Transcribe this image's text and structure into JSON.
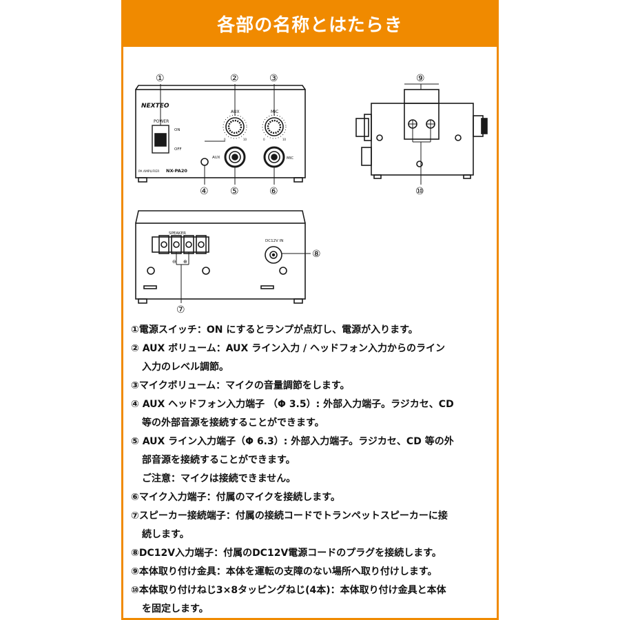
{
  "header": {
    "title": "各部の名称とはたらき"
  },
  "colors": {
    "accent": "#f08a00",
    "line": "#1a1a1a"
  },
  "front_panel": {
    "brand": "NEXTEO",
    "model": "NX-PA20",
    "model_prefix": "PA AMPLIFIER",
    "power_label": "POWER",
    "on_label": "ON",
    "off_label": "OFF",
    "aux_label": "AUX",
    "mic_label": "MIC",
    "aux_jack_label": "AUX",
    "mic_jack_label": "MIC",
    "knob_min": "0",
    "knob_max": "10",
    "callouts": [
      "①",
      "②",
      "③",
      "④",
      "⑤",
      "⑥"
    ]
  },
  "side_view": {
    "callouts": [
      "⑨",
      "⑩"
    ]
  },
  "rear_panel": {
    "speaker_label": "SPEAKER",
    "dc_label": "DC12V  IN",
    "terminal_marks": [
      "⊖",
      "⊕"
    ],
    "callouts": [
      "⑦",
      "⑧"
    ]
  },
  "descriptions": [
    {
      "lines": [
        "①電源スイッチ：ON にするとランプが点灯し、電源が入ります。"
      ]
    },
    {
      "lines": [
        "② AUX ボリューム：AUX ライン入力 / ヘッドフォン入力からのライン",
        "入力のレベル調節。"
      ]
    },
    {
      "lines": [
        "③マイクボリューム：マイクの音量調節をします。"
      ]
    },
    {
      "lines": [
        "④ AUX ヘッドフォン入力端子 （Φ 3.5）: 外部入力端子。ラジカセ、CD",
        "等の外部音源を接続することができます。"
      ]
    },
    {
      "lines": [
        "⑤ AUX ライン入力端子（Φ 6.3）: 外部入力端子。ラジカセ、CD 等の外",
        "部音源を接続することができます。",
        "ご注意：マイクは接続できません。"
      ]
    },
    {
      "lines": [
        "⑥マイク入力端子：付属のマイクを接続します。"
      ]
    },
    {
      "lines": [
        "⑦スピーカー接続端子：付属の接続コードでトランペットスピーカーに接",
        "続します。"
      ]
    },
    {
      "lines": [
        "⑧DC12V入力端子：付属のDC12V電源コードのプラグを接続します。"
      ]
    },
    {
      "lines": [
        "⑨本体取り付け金具：本体を運転の支障のない場所へ取り付けします。"
      ]
    },
    {
      "lines": [
        "⑩本体取り付けねじ3×8タッピングねじ(4本)：本体取り付け金具と本体",
        "を固定します。"
      ]
    }
  ]
}
